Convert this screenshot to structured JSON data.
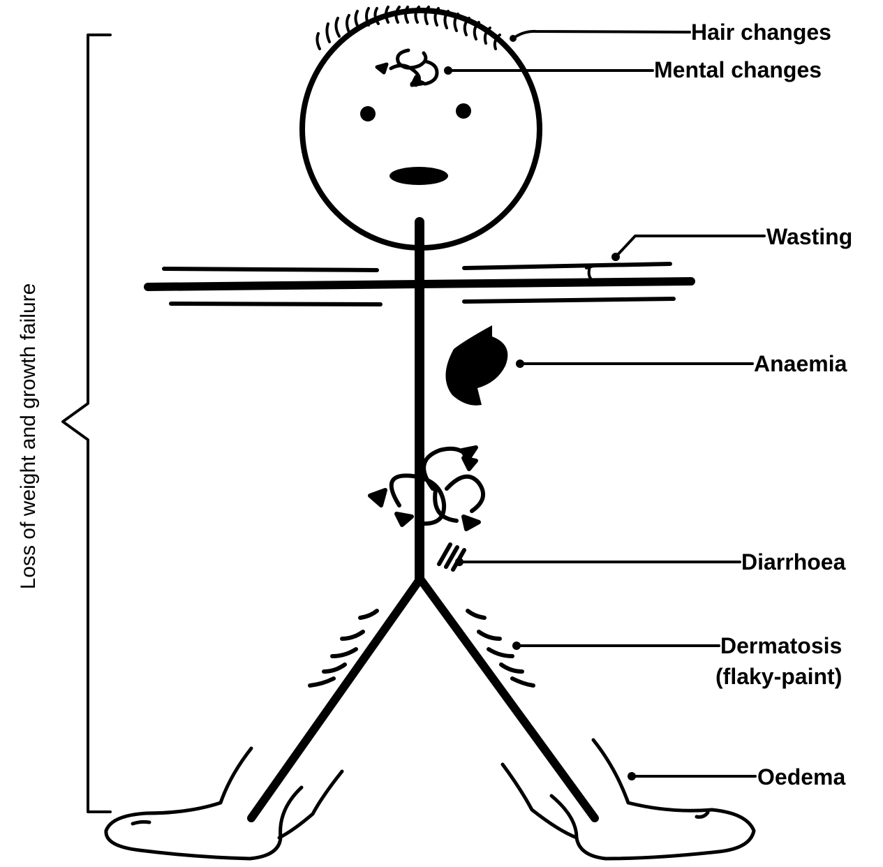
{
  "diagram": {
    "side_label": "Loss of weight and growth failure",
    "labels": {
      "hair": "Hair changes",
      "mental": "Mental changes",
      "wasting": "Wasting",
      "anaemia": "Anaemia",
      "diarrhoea": "Diarrhoea",
      "dermatosis_line1": "Dermatosis",
      "dermatosis_line2": "(flaky-paint)",
      "oedema": "Oedema"
    },
    "colors": {
      "ink": "#000000",
      "paper": "#ffffff"
    }
  }
}
